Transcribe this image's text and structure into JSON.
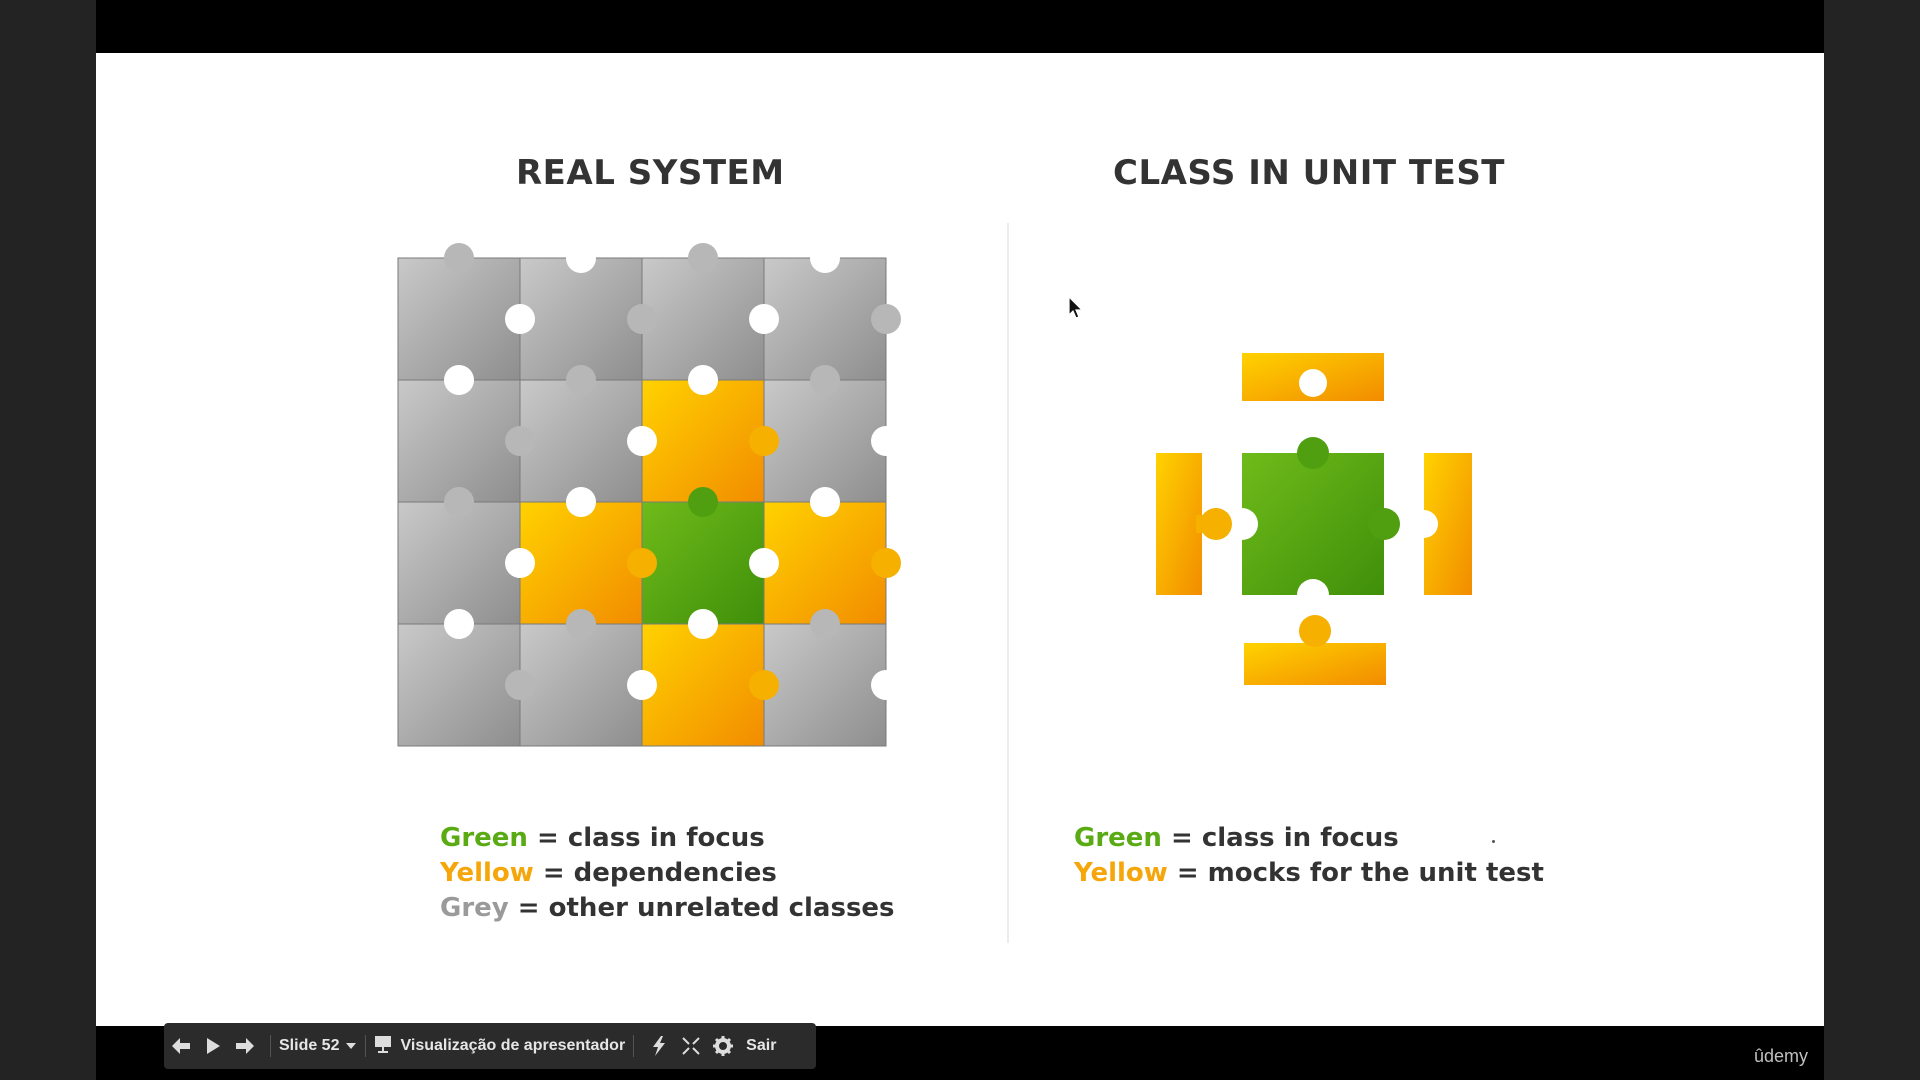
{
  "slide": {
    "left_title": "REAL SYSTEM",
    "right_title": "CLASS IN UNIT TEST",
    "left_legend": [
      {
        "color_word": "Green",
        "text": " = class in focus",
        "color": "#5aab13"
      },
      {
        "color_word": "Yellow",
        "text": " = dependencies",
        "color": "#f5a60a"
      },
      {
        "color_word": "Grey",
        "text": " = other unrelated classes",
        "color": "#9a9a9a"
      }
    ],
    "right_legend": [
      {
        "color_word": "Green",
        "text": " = class in focus",
        "color": "#5aab13"
      },
      {
        "color_word": "Yellow",
        "text": " = mocks for the unit test",
        "color": "#f5a60a"
      }
    ]
  },
  "toolbar": {
    "prev_icon": "arrow-left-icon",
    "play_icon": "play-icon",
    "next_icon": "arrow-right-icon",
    "slide_label": "Slide 52",
    "presenter_label": "Visualização de apresentador",
    "laser_icon": "laser-pointer-icon",
    "fullscreen_icon": "exit-fullscreen-icon",
    "settings_icon": "gear-icon",
    "exit_label": "Sair"
  },
  "brand": "ûdemy",
  "colors": {
    "green": "#5aab13",
    "yellow": "#f5a60a",
    "grey": "#b7b7b7"
  }
}
